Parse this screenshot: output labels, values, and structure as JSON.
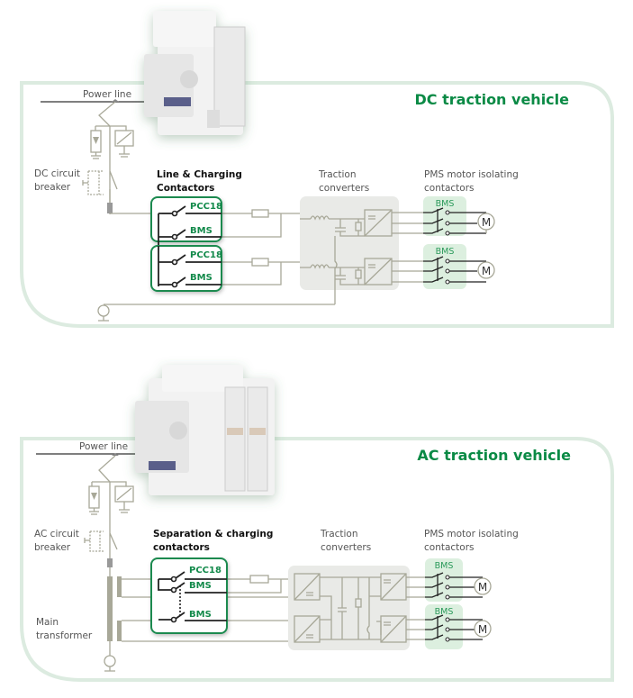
{
  "dc": {
    "title": "DC traction vehicle",
    "power_line": "Power line",
    "breaker": [
      "DC circuit",
      "breaker"
    ],
    "contactors_heading": [
      "Line & Charging",
      "Contactors"
    ],
    "contactor_labels": [
      "PCC18",
      "BMS",
      "PCC18",
      "BMS"
    ],
    "converters": [
      "Traction",
      "converters"
    ],
    "pms": [
      "PMS motor isolating",
      "contactors"
    ],
    "pms_labels": [
      "BMS",
      "BMS"
    ],
    "motor": "M"
  },
  "ac": {
    "title": "AC traction vehicle",
    "power_line": "Power line",
    "breaker": [
      "AC circuit",
      "breaker"
    ],
    "transformer": [
      "Main",
      "transformer"
    ],
    "contactors_heading": [
      "Separation & charging",
      "contactors"
    ],
    "contactor_labels": [
      "PCC18",
      "BMS",
      "BMS"
    ],
    "converters": [
      "Traction",
      "converters"
    ],
    "pms": [
      "PMS motor isolating",
      "contactors"
    ],
    "pms_labels": [
      "BMS",
      "BMS"
    ],
    "motor": "M"
  },
  "colors": {
    "accent": "#0a8a45",
    "panel_border": "#dcebe0",
    "converter_bg": "#e9eae7",
    "pms_bg": "#dcefdf"
  }
}
